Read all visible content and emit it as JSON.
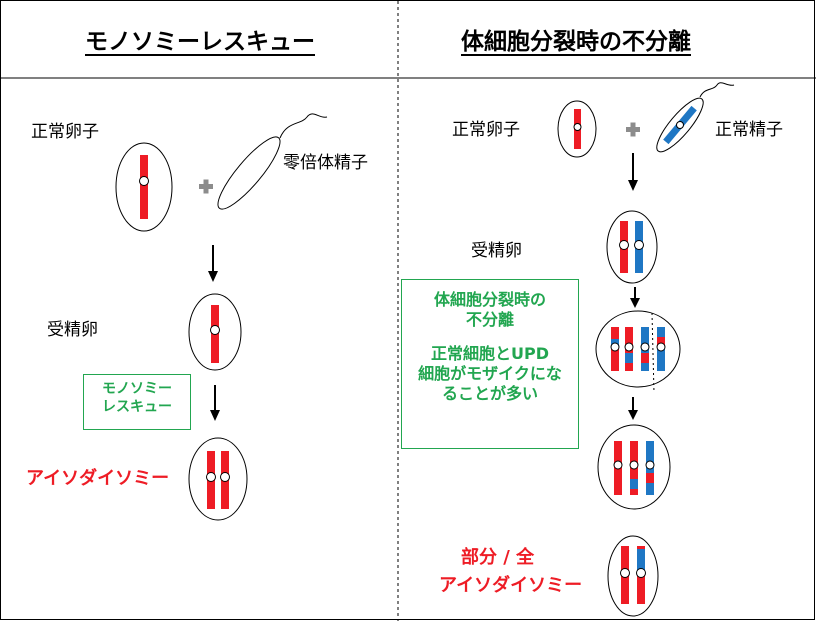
{
  "left_panel": {
    "heading": "モノソミーレスキュー",
    "normal_egg": "正常卵子",
    "diploid_sperm": "零倍体精子",
    "fertilized_egg": "受精卵",
    "rescue_box": [
      "モノソミー",
      "レスキュー"
    ],
    "result": "アイソダイソミー"
  },
  "right_panel": {
    "heading": "体細胞分裂時の不分離",
    "normal_egg": "正常卵子",
    "normal_sperm": "正常精子",
    "fertilized_egg": "受精卵",
    "note_box": {
      "title": [
        "体細胞分裂時の",
        "不分離"
      ],
      "body": [
        "正常細胞とUPD",
        "細胞がモザイクにな",
        "ることが多い"
      ]
    },
    "result": [
      "部分 / 全",
      "アイソダイソミー"
    ]
  },
  "colors": {
    "maternal_chromosome": "#ee1c25",
    "paternal_chromosome": "#1f77c4",
    "highlight_text": "#ee1c25",
    "note_border_text": "#22a650",
    "plus_sign": "#8c8c8c"
  }
}
